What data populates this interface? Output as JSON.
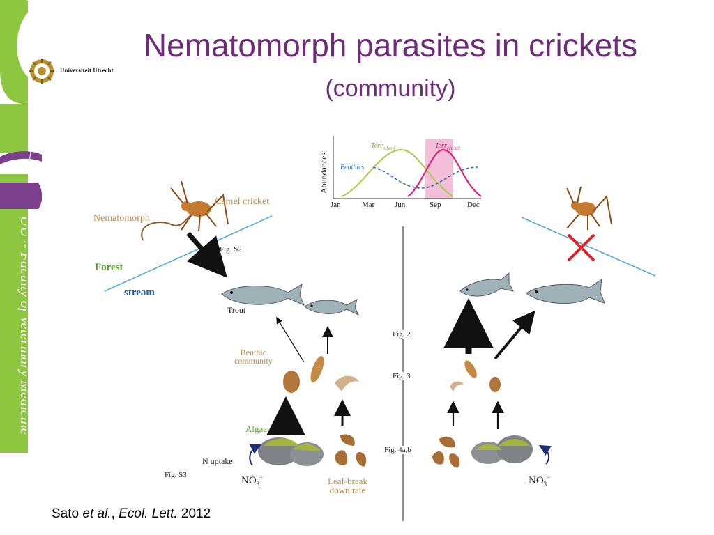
{
  "slide": {
    "title": "Nematomorph parasites in crickets",
    "subtitle": "(community)",
    "logo_text": "Universiteit Utrecht",
    "sidebar_text": "UU ~ Faculty of Veterinary Medicine",
    "citation": {
      "author": "Sato ",
      "etal": "et al.",
      "sep": ", ",
      "journal": "Ecol. Lett.",
      "year": " 2012"
    }
  },
  "inset_chart": {
    "ylabel": "Abundances",
    "months": [
      "Jan",
      "Mar",
      "Jun",
      "Sep",
      "Dec"
    ],
    "series": {
      "terr_others": "Terr",
      "terr_others_sub": "others",
      "terr_cricket": "Terr",
      "terr_cricket_sub": "cricket",
      "benthics": "Benthics"
    }
  },
  "labels": {
    "camel_cricket": "Camel cricket",
    "nematomorph": "Nematomorph",
    "forest": "Forest",
    "stream": "stream",
    "trout": "Trout",
    "benthic_community": [
      "Benthic",
      "community"
    ],
    "algae": "Algae",
    "n_uptake": "N uptake",
    "no3": "NO",
    "no3_sub": "3",
    "no3_sup": "−",
    "leaf_break": [
      "Leaf-break",
      "down rate"
    ],
    "fig_s2": "Fig. S2",
    "fig_s3": "Fig. S3",
    "fig_2": "Fig. 2",
    "fig_3": "Fig. 3",
    "fig_4ab": "Fig. 4a,b"
  },
  "colors": {
    "title": "#6f2a7a",
    "sidebar_green": "#8dc63f",
    "sidebar_purple": "#7b3f8c",
    "highlight_pink": "#f3bfd8",
    "terr_others": "#a8cc4a",
    "terr_cricket": "#e0207a",
    "benthics": "#2f6db3"
  }
}
